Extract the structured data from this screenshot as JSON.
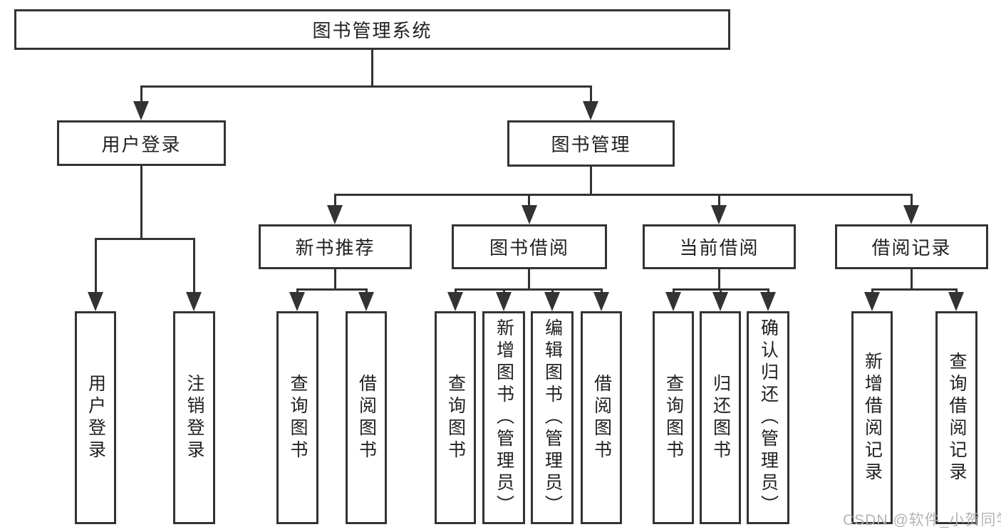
{
  "colors": {
    "line": "#333333",
    "text": "#212121",
    "background": "#ffffff",
    "watermark": "#b0b0b0"
  },
  "tree": {
    "root": {
      "label": "图书管理系统"
    },
    "children": [
      {
        "label": "用户登录",
        "children": [
          {
            "label": "用户登录"
          },
          {
            "label": "注销登录"
          }
        ]
      },
      {
        "label": "图书管理",
        "children": [
          {
            "label": "新书推荐",
            "children": [
              {
                "label": "查询图书"
              },
              {
                "label": "借阅图书"
              }
            ]
          },
          {
            "label": "图书借阅",
            "children": [
              {
                "label": "查询图书"
              },
              {
                "label": "新增图书（管理员）"
              },
              {
                "label": "编辑图书（管理员）"
              },
              {
                "label": "借阅图书"
              }
            ]
          },
          {
            "label": "当前借阅",
            "children": [
              {
                "label": "查询图书"
              },
              {
                "label": "归还图书"
              },
              {
                "label": "确认归还（管理员）"
              }
            ]
          },
          {
            "label": "借阅记录",
            "children": [
              {
                "label": "新增借阅记录"
              },
              {
                "label": "查询借阅记录"
              }
            ]
          }
        ]
      }
    ]
  },
  "watermark": {
    "text": "CSDN @软件_小贺同学"
  }
}
